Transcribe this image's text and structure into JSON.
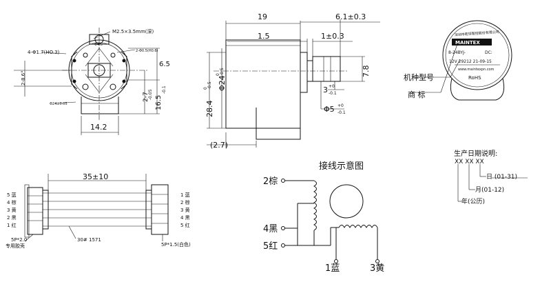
{
  "front_view": {
    "hole_note": "M2.5×3.5mm(深)",
    "mount_holes": "4-Φ1.7(HO.3)",
    "small_note": "2-Φ0.5(H0.6)",
    "side_left": "2-8.6°",
    "pitch_circle": "Φ24±0.05",
    "top_small": "Φ4.5",
    "right_dim1": "6.5",
    "right_dim2": "2-7",
    "right_dim2_tol": "-0.05",
    "right_dim3": "16.5",
    "right_dim3_tol": "-0.1",
    "width": "14.2"
  },
  "side_view": {
    "length": "19",
    "shaft_len": "6.1±0.3",
    "flange": "1.5",
    "shaft_step": "1±0.3",
    "height": "28.4",
    "height_tol": "-0.5",
    "dia": "Φ24",
    "dia_tol": "-0.5",
    "flat": "7.8",
    "shaft3": "3",
    "shaft3_tol": "-0.1",
    "shaft5": "Φ5",
    "shaft5_tol": "-0.1",
    "tol_plus0": "+0",
    "tol_zero": "0",
    "bottom_offset": "(2.7)"
  },
  "label_view": {
    "brand": "MAINTEX",
    "company": "深圳市乾恒智控股份有限公司",
    "model": "8-24BYJ-",
    "voltage": "12V 29212 21-09-15",
    "dc": "DC:",
    "website": "www.maintexpn.com",
    "rohs": "RoHS",
    "callout_model": "机种型号",
    "callout_brand": "商 标"
  },
  "date_note": {
    "title": "生产日期说明:",
    "code": "XX XX XX",
    "day": "日 (01-31)",
    "month": "月(01-12)",
    "year": "年(公历)"
  },
  "cable": {
    "length": "35±10",
    "wire_spec": "30# 1571",
    "left_connector": "5P*2.0",
    "left_connector_note": "专用胶壳",
    "right_connector": "5P*1.5(白色)",
    "left_pins": [
      "5 蓝",
      "4 棕",
      "3 黄",
      "2 黑",
      "1 红"
    ],
    "right_pins": [
      "1 蓝",
      "2 棕",
      "3 黄",
      "4 黑",
      "5 红"
    ]
  },
  "wiring": {
    "title": "接线示意图",
    "t_brown": "2棕",
    "t_black": "4黑",
    "t_red": "5红",
    "t_blue": "1蓝",
    "t_yellow": "3黄"
  }
}
